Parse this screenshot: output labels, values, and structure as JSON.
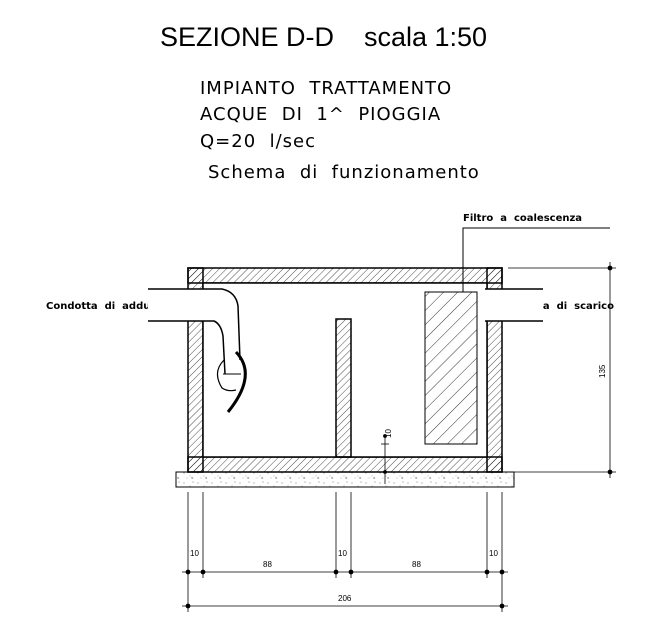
{
  "title": "SEZIONE D-D    scala 1:50",
  "subtitle_lines": [
    "IMPIANTO  TRATTAMENTO",
    "ACQUE  DI  1^  PIOGGIA",
    "Q=20  l/sec",
    "Schema  di  funzionamento"
  ],
  "labels": {
    "filter": "Filtro  a  coalescenza",
    "inlet": "Condotta  di  adduzione",
    "outlet": "Condotta  di  scarico"
  },
  "dimensions": {
    "height": "135",
    "wall_left": "10",
    "chamber_left": "88",
    "wall_middle": "10",
    "chamber_right": "88",
    "wall_right": "10",
    "total": "206",
    "floor_mark": "10"
  }
}
